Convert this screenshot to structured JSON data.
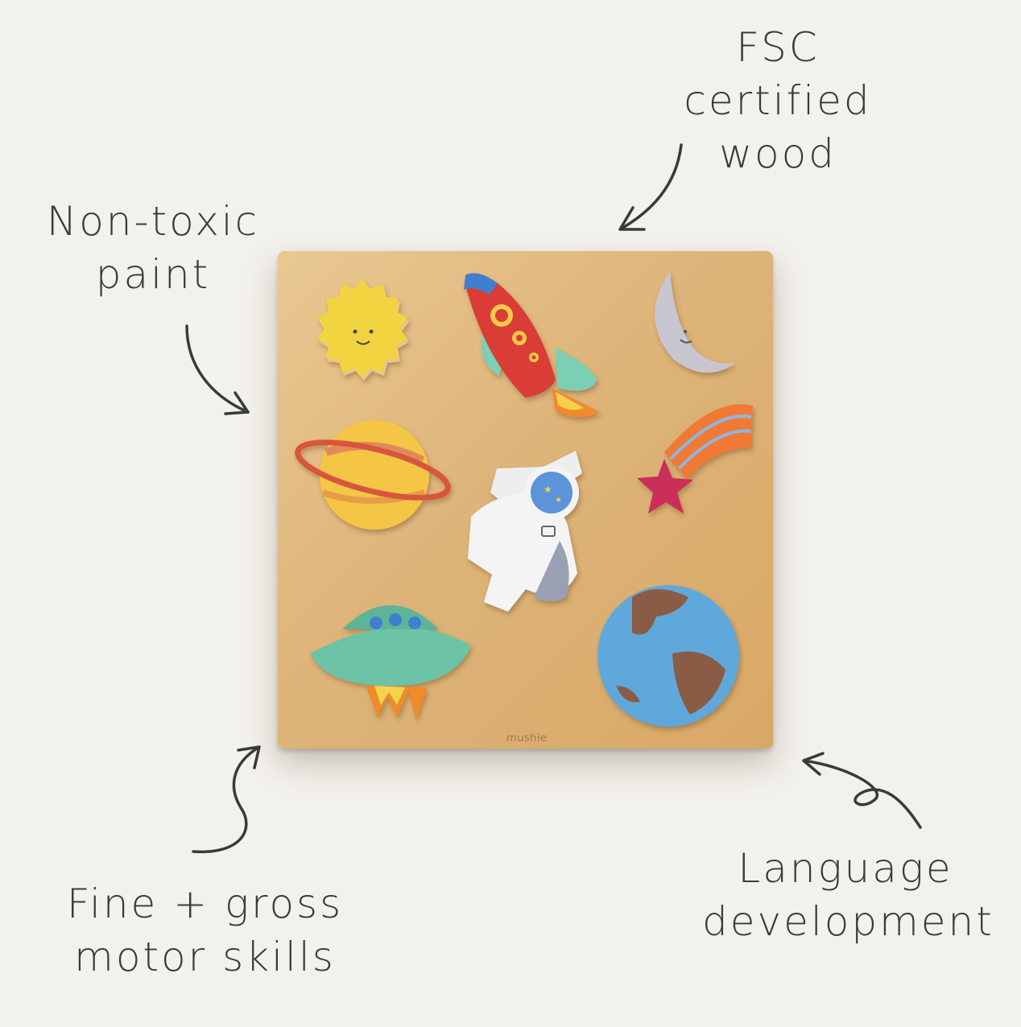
{
  "callouts": {
    "fsc": [
      "FSC",
      "certified",
      "wood"
    ],
    "paint": [
      "Non-toxic",
      "paint"
    ],
    "motor": [
      "Fine + gross",
      "motor skills"
    ],
    "language": [
      "Language",
      "development"
    ]
  },
  "board": {
    "brand": "mushie",
    "pieces": [
      "sun",
      "rocket",
      "moon",
      "saturn",
      "astronaut",
      "shooting-star",
      "ufo",
      "earth"
    ]
  },
  "colors": {
    "background": "#f3f1ec",
    "wood": "#deb47a",
    "ink": "#3a3a3a"
  }
}
